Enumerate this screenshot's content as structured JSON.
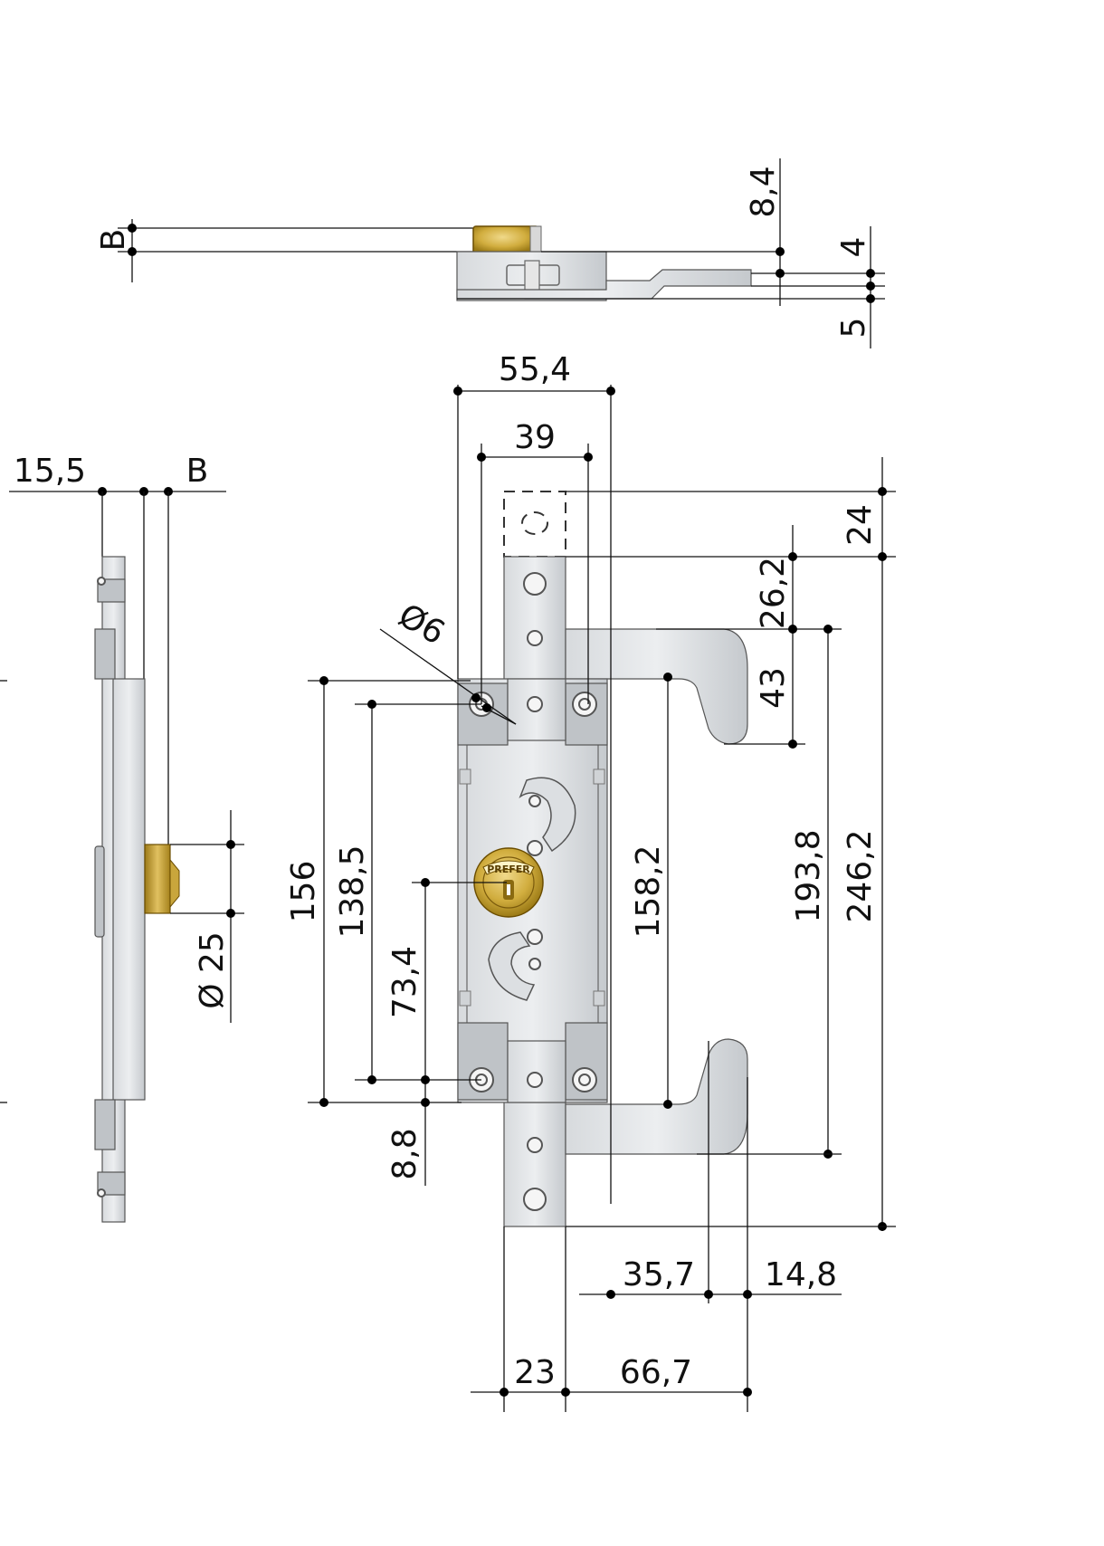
{
  "dimensions": {
    "b_top": "B",
    "d_8_4": "8,4",
    "d_4": "4",
    "d_5": "5",
    "d_55_4": "55,4",
    "d_39": "39",
    "d_24": "24",
    "d_26_2": "26,2",
    "d_43": "43",
    "d_phi6": "Ø6",
    "d_156": "156",
    "d_138_5": "138,5",
    "d_73_4": "73,4",
    "d_8_8": "8,8",
    "d_158_2": "158,2",
    "d_193_8": "193,8",
    "d_246_2": "246,2",
    "d_35_7": "35,7",
    "d_14_8": "14,8",
    "d_23": "23",
    "d_66_7": "66,7",
    "d_15_5": "15,5",
    "b_side": "B",
    "d_phi25": "Ø 25"
  },
  "cylinder_brand": "PREFER",
  "colors": {
    "metal_light": "#e6e8ea",
    "metal_mid": "#c9cdd1",
    "metal_dark": "#a9adb2",
    "brass_light": "#e3c76a",
    "brass_dark": "#a8841c",
    "line": "#111111"
  }
}
